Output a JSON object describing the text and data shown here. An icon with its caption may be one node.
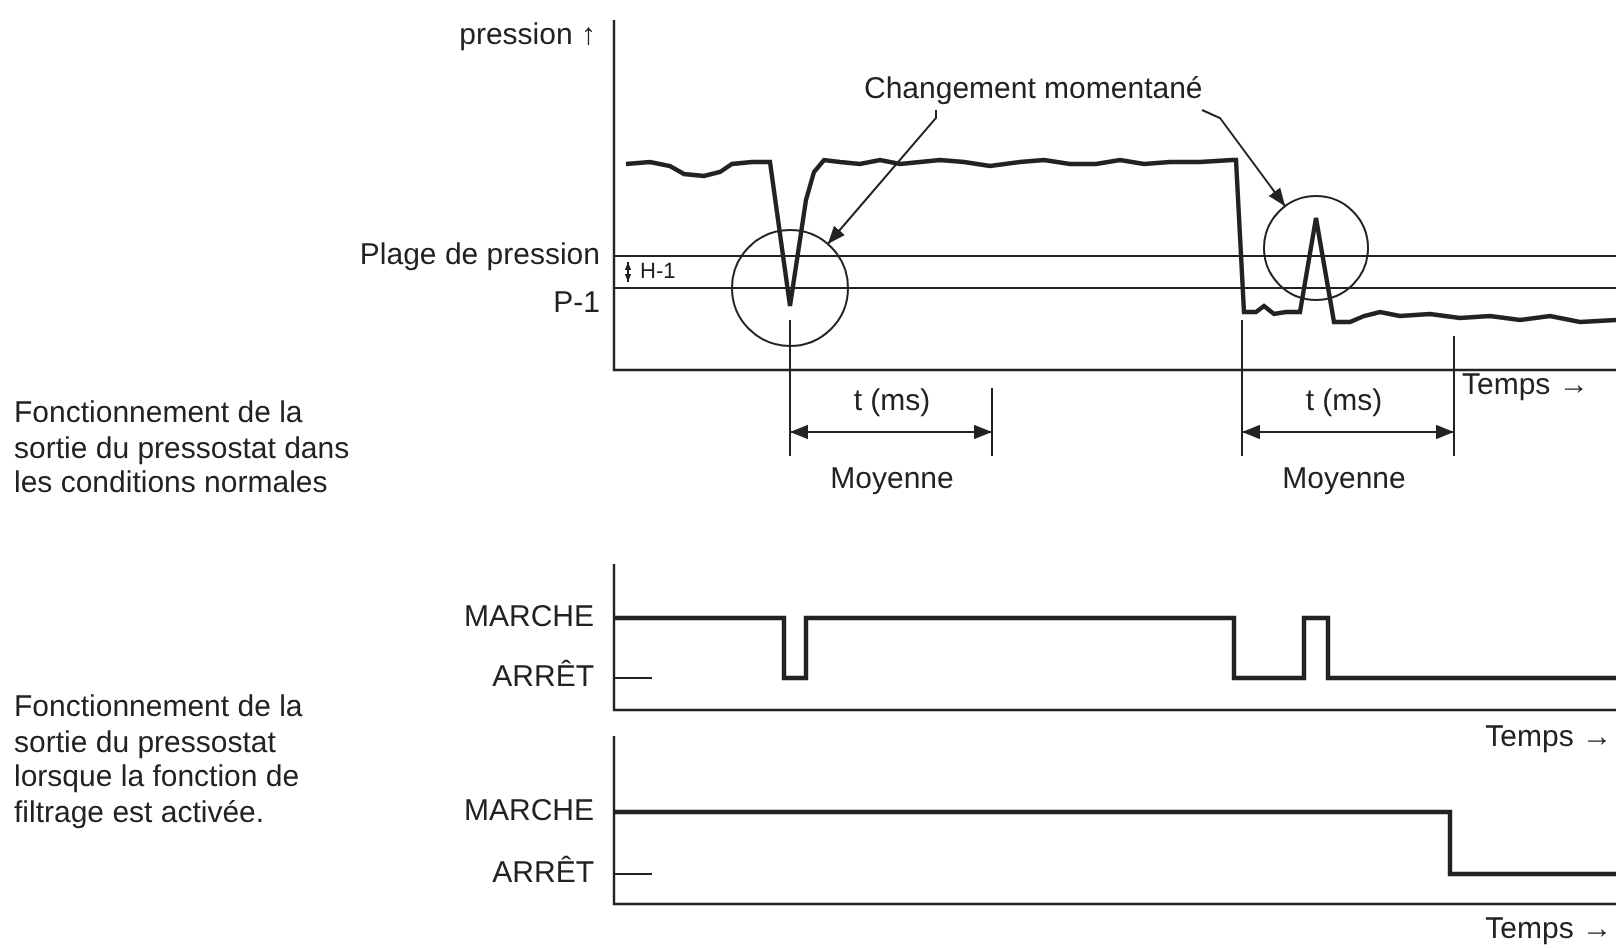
{
  "diagram": {
    "nodes": [
      {
        "text": [
          "Changement momentané"
        ]
      },
      {
        "text": [],
        "shape": "circle"
      },
      {
        "text": [],
        "shape": "circle"
      }
    ],
    "edges": [
      {
        "from": 0,
        "to": 1,
        "arrow": "to"
      },
      {
        "from": 0,
        "to": 2,
        "arrow": "to"
      }
    ],
    "labels": [
      "pression ↑",
      "Plage de pression",
      "H-1",
      "P-1",
      "t (ms)",
      "t (ms)",
      "Temps →",
      "Moyenne",
      "Moyenne",
      "Fonctionnement de la sortie du pressostat dans les conditions normales",
      "MARCHE",
      "ARRÊT",
      "Temps →",
      "Fonctionnement de la sortie du pressostat lorsque la fonction de filtrage est activée.",
      "MARCHE",
      "ARRÊT",
      "Temps →"
    ]
  }
}
